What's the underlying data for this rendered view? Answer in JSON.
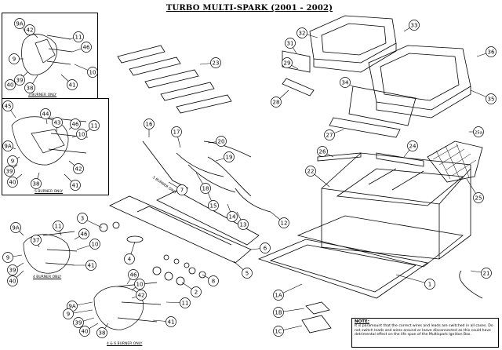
{
  "title": "TURBO MULTI-SPARK (2001 - 2002)",
  "insets": {
    "burner3": "3 BURNER ONLY",
    "burner5": "5 BURNER ONLY",
    "burner4": "4 BURNER ONLY",
    "burner46": "4 & 6 BURNER ONLY"
  },
  "burner5_label": "5 BURNER ONLY",
  "note": {
    "heading": "NOTE:",
    "body": "It is paramount that the correct wires and leads are switched in all cases. Do not switch leads and wires around or leave disconnected as this could have detrimental effect on the life span of the Multispark Ignition Box."
  },
  "callouts": [
    {
      "id": "c-1",
      "label": "1"
    },
    {
      "id": "c-1a",
      "label": "1A"
    },
    {
      "id": "c-1b",
      "label": "1B"
    },
    {
      "id": "c-1c",
      "label": "1C"
    },
    {
      "id": "c-2",
      "label": "2"
    },
    {
      "id": "c-3",
      "label": "3"
    },
    {
      "id": "c-4",
      "label": "4"
    },
    {
      "id": "c-5",
      "label": "5"
    },
    {
      "id": "c-6",
      "label": "6"
    },
    {
      "id": "c-7",
      "label": "7"
    },
    {
      "id": "c-8",
      "label": "8"
    },
    {
      "id": "c-9a",
      "label": "9A"
    },
    {
      "id": "c-9",
      "label": "9"
    },
    {
      "id": "c-10",
      "label": "10"
    },
    {
      "id": "c-11",
      "label": "11"
    },
    {
      "id": "c-12",
      "label": "12"
    },
    {
      "id": "c-13",
      "label": "13"
    },
    {
      "id": "c-14",
      "label": "14"
    },
    {
      "id": "c-15",
      "label": "15"
    },
    {
      "id": "c-16",
      "label": "16"
    },
    {
      "id": "c-17",
      "label": "17"
    },
    {
      "id": "c-18",
      "label": "18"
    },
    {
      "id": "c-19",
      "label": "19"
    },
    {
      "id": "c-20",
      "label": "20"
    },
    {
      "id": "c-21",
      "label": "21"
    },
    {
      "id": "c-22",
      "label": "22"
    },
    {
      "id": "c-23",
      "label": "23"
    },
    {
      "id": "c-24",
      "label": "24"
    },
    {
      "id": "c-25",
      "label": "25"
    },
    {
      "id": "c-25a",
      "label": "25a"
    },
    {
      "id": "c-26",
      "label": "26"
    },
    {
      "id": "c-27",
      "label": "27"
    },
    {
      "id": "c-28",
      "label": "28"
    },
    {
      "id": "c-29",
      "label": "29"
    },
    {
      "id": "c-31",
      "label": "31"
    },
    {
      "id": "c-32",
      "label": "32"
    },
    {
      "id": "c-33",
      "label": "33"
    },
    {
      "id": "c-34",
      "label": "34"
    },
    {
      "id": "c-35",
      "label": "35"
    },
    {
      "id": "c-36",
      "label": "36"
    },
    {
      "id": "i1-9a",
      "label": "9A"
    },
    {
      "id": "i1-42",
      "label": "42"
    },
    {
      "id": "i1-11",
      "label": "11"
    },
    {
      "id": "i1-46",
      "label": "46"
    },
    {
      "id": "i1-10",
      "label": "10"
    },
    {
      "id": "i1-9",
      "label": "9"
    },
    {
      "id": "i1-40",
      "label": "40"
    },
    {
      "id": "i1-38",
      "label": "38"
    },
    {
      "id": "i1-39",
      "label": "39"
    },
    {
      "id": "i1-41",
      "label": "41"
    },
    {
      "id": "i2-45",
      "label": "45"
    },
    {
      "id": "i2-44",
      "label": "44"
    },
    {
      "id": "i2-43",
      "label": "43"
    },
    {
      "id": "i2-46",
      "label": "46"
    },
    {
      "id": "i2-11",
      "label": "11"
    },
    {
      "id": "i2-10",
      "label": "10"
    },
    {
      "id": "i2-9a",
      "label": "9A"
    },
    {
      "id": "i2-9",
      "label": "9"
    },
    {
      "id": "i2-39",
      "label": "39"
    },
    {
      "id": "i2-40",
      "label": "40"
    },
    {
      "id": "i2-38",
      "label": "38"
    },
    {
      "id": "i2-42",
      "label": "42"
    },
    {
      "id": "i2-41",
      "label": "41"
    },
    {
      "id": "i3-9a",
      "label": "9A"
    },
    {
      "id": "i3-37",
      "label": "37"
    },
    {
      "id": "i3-11",
      "label": "11"
    },
    {
      "id": "i3-46",
      "label": "46"
    },
    {
      "id": "i3-10",
      "label": "10"
    },
    {
      "id": "i3-9",
      "label": "9"
    },
    {
      "id": "i3-39",
      "label": "39"
    },
    {
      "id": "i3-40",
      "label": "40"
    },
    {
      "id": "i3-41",
      "label": "41"
    },
    {
      "id": "i4-46",
      "label": "46"
    },
    {
      "id": "i4-10",
      "label": "10"
    },
    {
      "id": "i4-42",
      "label": "42"
    },
    {
      "id": "i4-9a",
      "label": "9A"
    },
    {
      "id": "i4-9",
      "label": "9"
    },
    {
      "id": "i4-39",
      "label": "39"
    },
    {
      "id": "i4-40",
      "label": "40"
    },
    {
      "id": "i4-38",
      "label": "38"
    },
    {
      "id": "i4-11",
      "label": "11"
    },
    {
      "id": "i4-41",
      "label": "41"
    }
  ]
}
